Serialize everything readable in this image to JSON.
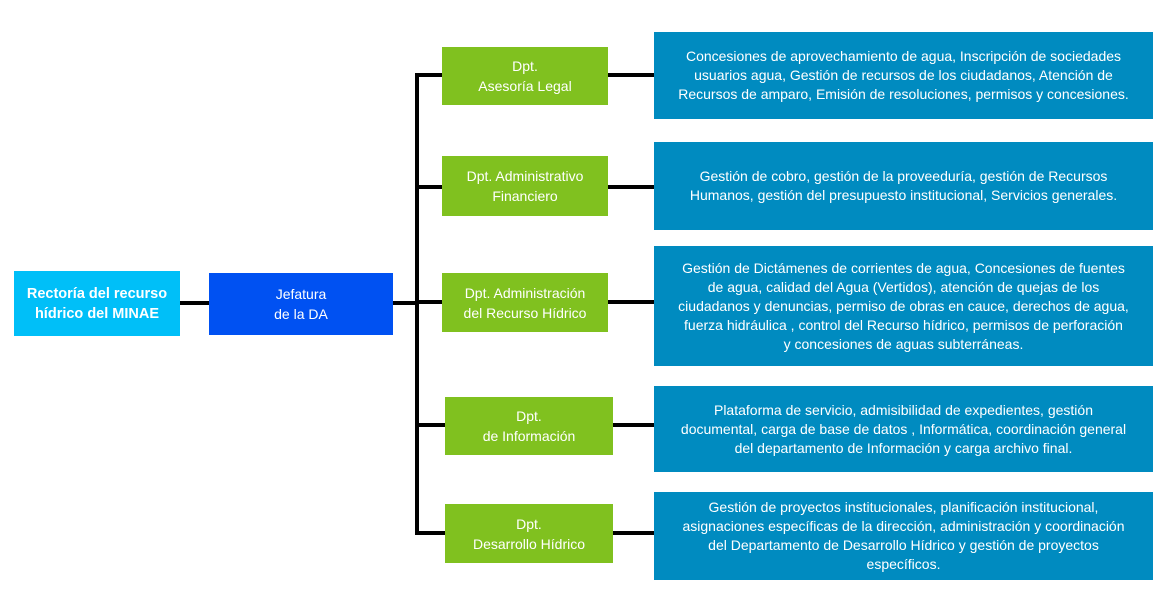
{
  "colors": {
    "root": "#00bff8",
    "head": "#0051f2",
    "department": "#80c11f",
    "description": "#008bc0",
    "connector": "#000000"
  },
  "root": {
    "label": "Rectoría del recurso\nhídrico del MINAE"
  },
  "head": {
    "label": "Jefatura\nde la DA"
  },
  "departments": [
    {
      "label": "Dpt.\nAsesoría Legal",
      "description": "Concesiones de aprovechamiento de agua, Inscripción de sociedades\nusuarios agua, Gestión de recursos de los ciudadanos, Atención de\nRecursos de amparo, Emisión de resoluciones, permisos y concesiones."
    },
    {
      "label": "Dpt. Administrativo\nFinanciero",
      "description": "Gestión de cobro, gestión de la proveeduría, gestión de Recursos\nHumanos, gestión del presupuesto institucional, Servicios generales."
    },
    {
      "label": "Dpt. Administración\ndel Recurso Hídrico",
      "description": "Gestión de Dictámenes de corrientes de agua, Concesiones de fuentes\nde agua, calidad del Agua (Vertidos), atención de quejas de los\nciudadanos y denuncias, permiso de obras en cauce, derechos de agua,\nfuerza hidráulica , control del Recurso hídrico, permisos de perforación\ny concesiones de aguas subterráneas."
    },
    {
      "label": "Dpt.\nde Información",
      "description": "Plataforma de servicio, admisibilidad de expedientes, gestión\ndocumental, carga de base de datos , Informática, coordinación general\ndel departamento de Información y carga archivo final."
    },
    {
      "label": "Dpt.\nDesarrollo Hídrico",
      "description": "Gestión de proyectos institucionales, planificación institucional,\nasignaciones específicas de la dirección, administración y coordinación\ndel Departamento de Desarrollo Hídrico y gestión de proyectos\nespecíficos."
    }
  ]
}
